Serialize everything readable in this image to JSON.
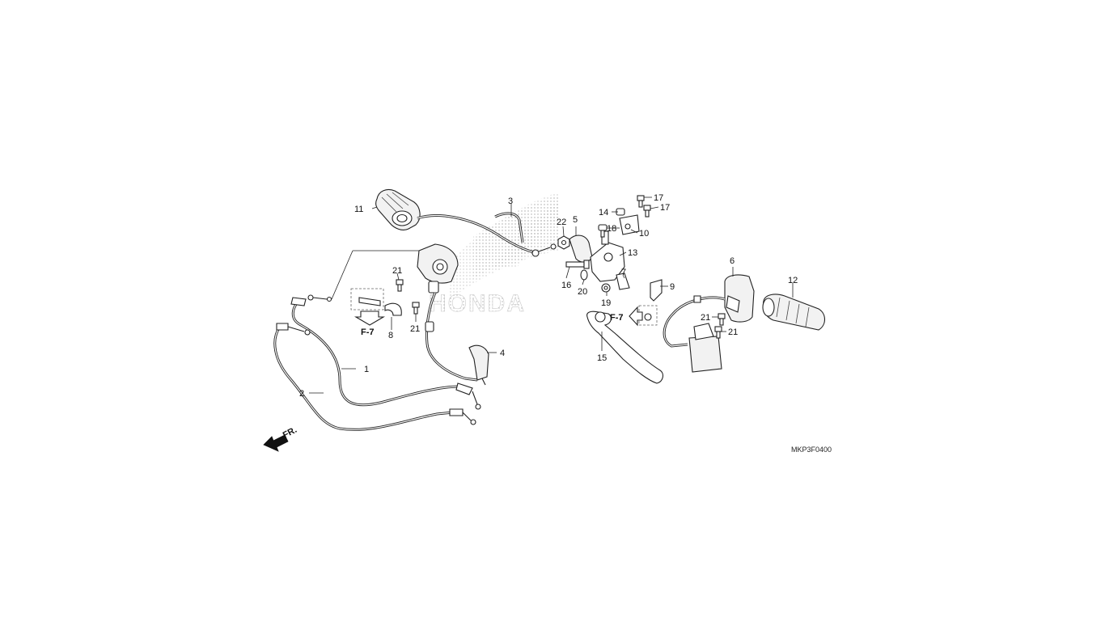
{
  "diagram": {
    "code": "MKP3F0400",
    "front_label": "FR.",
    "watermark": "HONDA",
    "ref_labels": [
      "F-7",
      "F-7"
    ],
    "callouts": {
      "c1": "1",
      "c2": "2",
      "c3": "3",
      "c4": "4",
      "c5": "5",
      "c6": "6",
      "c7": "7",
      "c8": "8",
      "c9": "9",
      "c10": "10",
      "c11": "11",
      "c12": "12",
      "c13": "13",
      "c14": "14",
      "c15": "15",
      "c16": "16",
      "c17a": "17",
      "c17b": "17",
      "c18": "18",
      "c19": "19",
      "c20": "20",
      "c21a": "21",
      "c21b": "21",
      "c21c": "21",
      "c21d": "21",
      "c22": "22"
    }
  }
}
